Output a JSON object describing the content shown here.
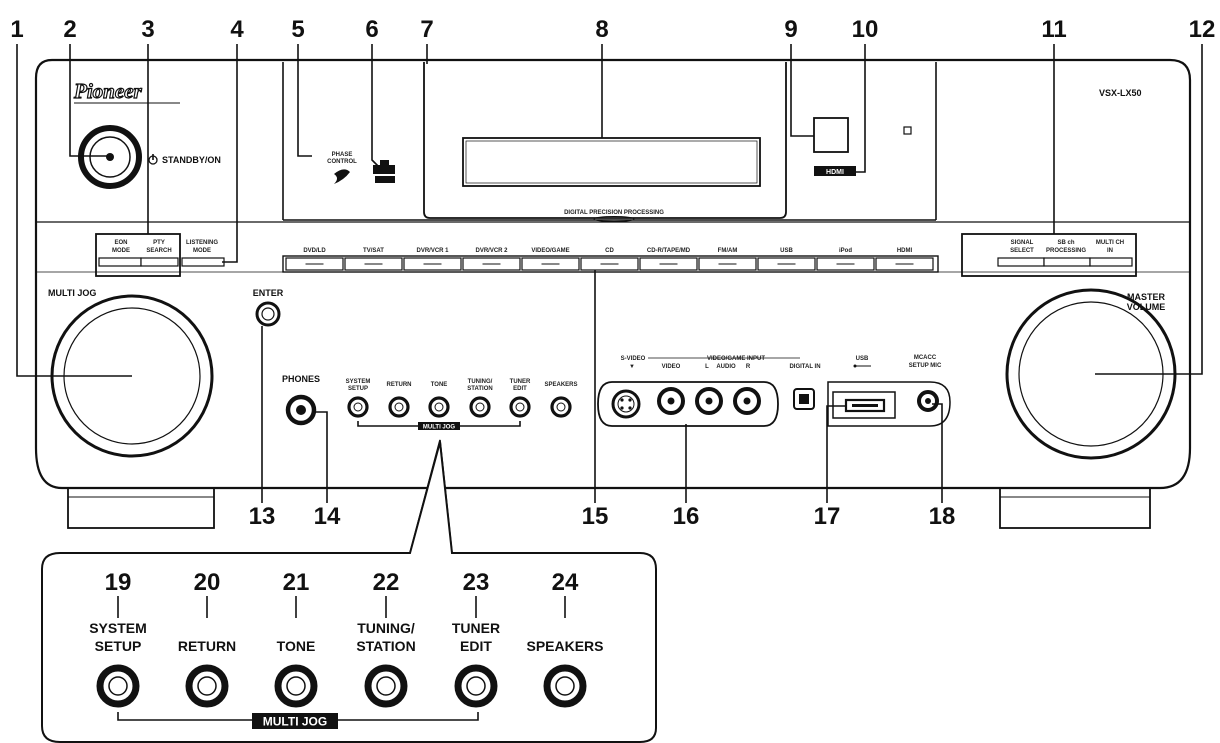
{
  "brand": "Pioneer",
  "model": "VSX-LX50",
  "standby_label": "STANDBY/ON",
  "phase_control": [
    "PHASE",
    "CONTROL"
  ],
  "hdmi_logo": "HDMI",
  "dpp_label": "DIGITAL PRECISION PROCESSING",
  "multi_jog_label": "MULTI JOG",
  "master_volume": [
    "MASTER",
    "VOLUME"
  ],
  "enter_label": "ENTER",
  "phones_label": "PHONES",
  "left_buttons": [
    {
      "lines": [
        "EON",
        "MODE"
      ]
    },
    {
      "lines": [
        "PTY",
        "SEARCH"
      ]
    },
    {
      "lines": [
        "LISTENING",
        "MODE"
      ]
    }
  ],
  "input_buttons": [
    "DVD/LD",
    "TV/SAT",
    "DVR/VCR 1",
    "DVR/VCR 2",
    "VIDEO/GAME",
    "CD",
    "CD-R/TAPE/MD",
    "FM/AM",
    "USB",
    "iPod",
    "HDMI"
  ],
  "right_buttons": [
    {
      "lines": [
        "SIGNAL",
        "SELECT"
      ]
    },
    {
      "lines": [
        "SB ch",
        "PROCESSING"
      ]
    },
    {
      "lines": [
        "MULTI CH",
        "IN"
      ]
    }
  ],
  "small_buttons": [
    {
      "lines": [
        "SYSTEM",
        "SETUP"
      ]
    },
    {
      "lines": [
        "RETURN"
      ]
    },
    {
      "lines": [
        "TONE"
      ]
    },
    {
      "lines": [
        "TUNING/",
        "STATION"
      ]
    },
    {
      "lines": [
        "TUNER",
        "EDIT"
      ]
    },
    {
      "lines": [
        "SPEAKERS"
      ]
    }
  ],
  "av_input": {
    "svideo": "S-VIDEO",
    "header": "VIDEO/GAME INPUT",
    "video": "VIDEO",
    "audio": "AUDIO",
    "l": "L",
    "r": "R",
    "digital_in": "DIGITAL IN"
  },
  "usb_label": "USB",
  "mcacc": [
    "MCACC",
    "SETUP MIC"
  ],
  "callouts_top": [
    "1",
    "2",
    "3",
    "4",
    "5",
    "6",
    "7",
    "8",
    "9",
    "10",
    "11",
    "12"
  ],
  "callouts_bottom": [
    "13",
    "14",
    "15",
    "16",
    "17",
    "18"
  ],
  "inset": {
    "numbers": [
      "19",
      "20",
      "21",
      "22",
      "23",
      "24"
    ],
    "labels": [
      [
        "SYSTEM",
        "SETUP"
      ],
      [
        "RETURN"
      ],
      [
        "TONE"
      ],
      [
        "TUNING/",
        "STATION"
      ],
      [
        "TUNER",
        "EDIT"
      ],
      [
        "SPEAKERS"
      ]
    ],
    "multi_jog": "MULTI JOG"
  }
}
